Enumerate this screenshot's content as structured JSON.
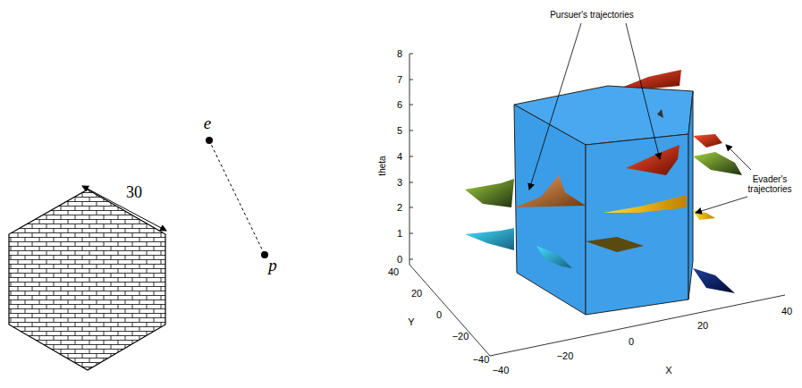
{
  "diagram": {
    "labels": [
      "30",
      "e",
      "p",
      "Pursuer's trajectories",
      "Evader's trajectories",
      "theta",
      "Y",
      "X",
      "0",
      "1",
      "2",
      "3",
      "4",
      "5",
      "6",
      "7",
      "8",
      "40",
      "20",
      "0",
      "−20",
      "−40",
      "−40",
      "−20",
      "0",
      "20",
      "40"
    ]
  }
}
